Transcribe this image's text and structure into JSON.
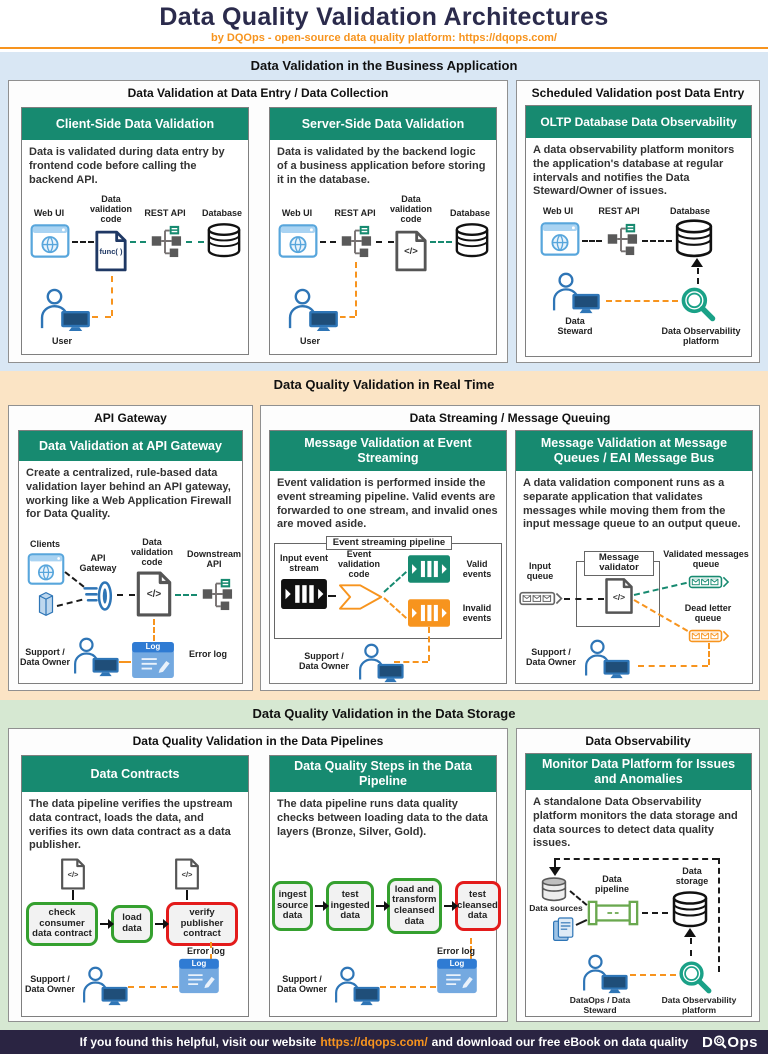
{
  "header": {
    "title": "Data Quality Validation Architectures",
    "subtitle": "by DQOps - open-source data quality platform:",
    "subtitle_link": "https://dqops.com/"
  },
  "colors": {
    "accent_orange": "#F7941E",
    "teal_green": "#178A70",
    "title_navy": "#2B2B4C",
    "section_business_bg": "#D9E7F4",
    "section_realtime_bg": "#FBE4C5",
    "section_storage_bg": "#D6E8D2",
    "footer_bg": "#2A2442",
    "valid_green": "#35A02F",
    "invalid_red": "#E31B1B"
  },
  "business": {
    "title": "Data Validation in the Business Application",
    "entry_panel": {
      "title": "Data Validation at Data Entry / Data Collection",
      "client_card": {
        "title": "Client-Side Data Validation",
        "desc": "Data is validated during data entry by frontend code before calling the backend API.",
        "web_ui": "Web UI",
        "code": "Data validation code",
        "func_glyph": "func( )",
        "rest_api": "REST API",
        "database": "Database",
        "user": "User"
      },
      "server_card": {
        "title": "Server-Side Data Validation",
        "desc": "Data is validated by the backend logic of a business application before storing it in the database.",
        "web_ui": "Web UI",
        "rest_api": "REST API",
        "code": "Data validation code",
        "code_glyph": "</>",
        "database": "Database",
        "user": "User"
      }
    },
    "scheduled_panel": {
      "title": "Scheduled Validation post Data Entry",
      "oltp_card": {
        "title": "OLTP Database Data Observability",
        "desc": "A data observability platform monitors the application's database at regular intervals and notifies the Data Steward/Owner of issues.",
        "web_ui": "Web UI",
        "rest_api": "REST API",
        "database": "Database",
        "data_steward": "Data Steward",
        "observability": "Data Observability platform"
      }
    }
  },
  "realtime": {
    "title": "Data Quality Validation in Real Time",
    "gateway_panel": {
      "title": "API Gateway",
      "card": {
        "title": "Data Validation at API Gateway",
        "desc": "Create a centralized, rule-based data validation layer behind an API gateway, working like a Web Application Firewall for Data Quality.",
        "clients": "Clients",
        "api_gateway": "API Gateway",
        "code": "Data validation code",
        "code_glyph": "</>",
        "downstream_api": "Downstream API",
        "support": "Support / Data Owner",
        "error_log": "Error log",
        "log_glyph": "Log"
      }
    },
    "streaming_panel": {
      "title": "Data Streaming / Message Queuing",
      "event_card": {
        "title": "Message Validation at Event Streaming",
        "desc": "Event validation is performed inside the event streaming pipeline. Valid events are forwarded to one stream, and invalid ones are moved aside.",
        "pipeline": "Event streaming pipeline",
        "input": "Input event stream",
        "code": "Event validation code",
        "valid": "Valid events",
        "invalid": "Invalid events",
        "support": "Support / Data Owner"
      },
      "queue_card": {
        "title": "Message Validation at Message Queues / EAI Message Bus",
        "desc": "A data validation component runs as a separate application that validates messages while moving them from the input message queue to an output queue.",
        "input_queue": "Input queue",
        "validator": "Message validator",
        "code_glyph": "</>",
        "validated_queue": "Validated messages queue",
        "dead_queue": "Dead letter queue",
        "support": "Support / Data Owner"
      }
    }
  },
  "storage": {
    "title": "Data Quality Validation in the Data Storage",
    "pipelines_panel": {
      "title": "Data Quality Validation in the Data Pipelines",
      "contracts_card": {
        "title": "Data Contracts",
        "desc": "The data pipeline verifies the upstream data contract, loads the data, and verifies its own data contract as a data publisher.",
        "code_glyph": "</>",
        "steps": [
          {
            "label": "check consumer data contract",
            "status": "valid"
          },
          {
            "label": "load data",
            "status": "valid"
          },
          {
            "label": "verify publisher contract",
            "status": "invalid"
          }
        ],
        "support": "Support / Data Owner",
        "error_log": "Error log",
        "log_glyph": "Log"
      },
      "steps_card": {
        "title": "Data Quality Steps in the Data Pipeline",
        "desc": "The data pipeline runs data quality checks between loading data to the data layers (Bronze, Silver, Gold).",
        "steps": [
          {
            "label": "ingest source data",
            "status": "valid"
          },
          {
            "label": "test ingested data",
            "status": "valid"
          },
          {
            "label": "load and transform cleansed data",
            "status": "valid"
          },
          {
            "label": "test cleansed data",
            "status": "invalid"
          }
        ],
        "support": "Support / Data Owner",
        "error_log": "Error log",
        "log_glyph": "Log"
      }
    },
    "observability_panel": {
      "title": "Data Observability",
      "card": {
        "title": "Monitor Data Platform for Issues and Anomalies",
        "desc": "A standalone Data Observability platform monitors the data storage and data sources to detect data quality issues.",
        "data_sources": "Data sources",
        "data_pipeline": "Data pipeline",
        "data_storage": "Data storage",
        "dataops": "DataOps / Data Steward",
        "observability": "Data Observability platform"
      }
    }
  },
  "footer": {
    "text_before_link": "If you found this helpful, visit our website",
    "link": "https://dqops.com/",
    "text_after_link": "and download our free eBook on data quality",
    "logo_prefix": "D",
    "logo_suffix": "Ops"
  }
}
